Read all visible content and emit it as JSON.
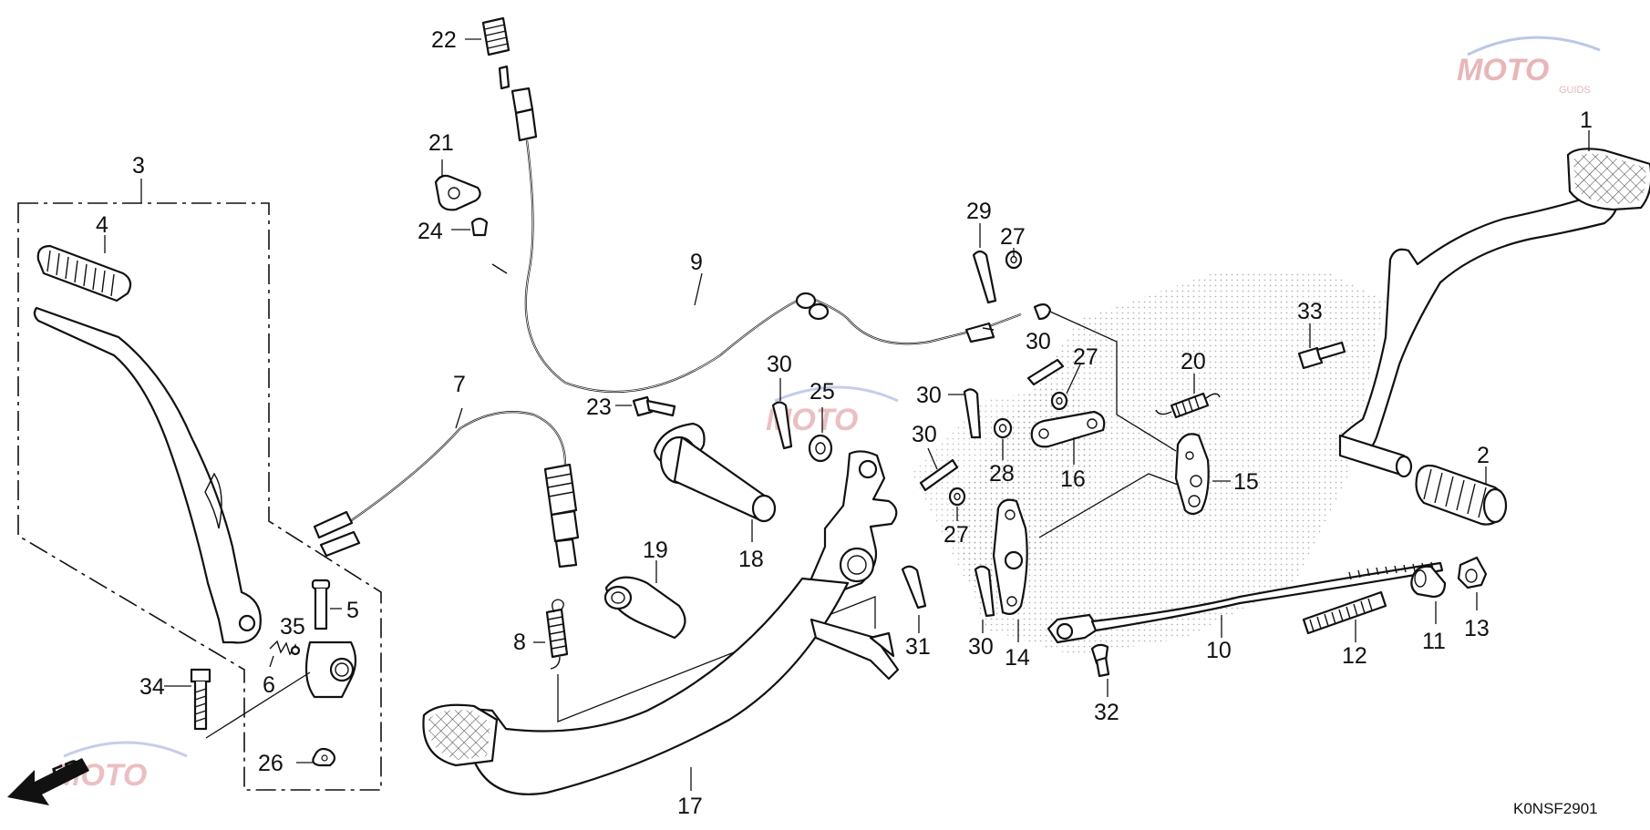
{
  "diagram": {
    "code": "K0NSF2901",
    "watermark": {
      "brand": "MOTO",
      "sub": "GUIDS"
    },
    "front_arrow": "FR.",
    "callouts": [
      "1",
      "2",
      "3",
      "4",
      "5",
      "6",
      "7",
      "8",
      "9",
      "10",
      "11",
      "12",
      "13",
      "14",
      "15",
      "16",
      "17",
      "18",
      "19",
      "20",
      "21",
      "22",
      "23",
      "24",
      "25",
      "26",
      "27",
      "27",
      "27",
      "28",
      "29",
      "30",
      "30",
      "30",
      "30",
      "30",
      "31",
      "32",
      "33",
      "34",
      "35"
    ]
  }
}
